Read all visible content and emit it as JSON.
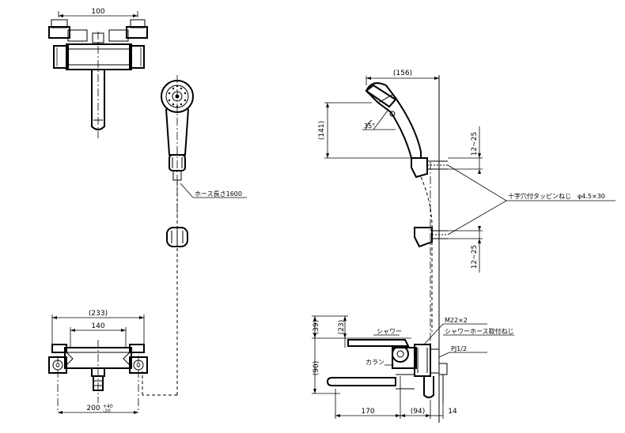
{
  "dimensions": {
    "top_width": "100",
    "overall_width": "(233)",
    "bracket_width": "140",
    "base_width": "200",
    "base_tolerance_plus": "+40",
    "base_tolerance_minus": "-20",
    "head_reach": "(156)",
    "head_height": "(141)",
    "angle": "35°",
    "bracket_gap_top": "12~25",
    "bracket_gap_bottom": "12~25",
    "height_39": "(39)",
    "height_23": "(23)",
    "height_90": "(90)",
    "spout_length": "170",
    "body_depth": "(94)",
    "wall_gap": "14"
  },
  "labels": {
    "hose_length": "ホース長さ1600",
    "screw": "十字穴付タッピンねじ　φ4.5×30",
    "m22": "M22×2",
    "hose_screw": "シャワーホース取付ねじ",
    "pj": "PJ1/2",
    "shower": "シャワー",
    "karan": "カラン"
  }
}
